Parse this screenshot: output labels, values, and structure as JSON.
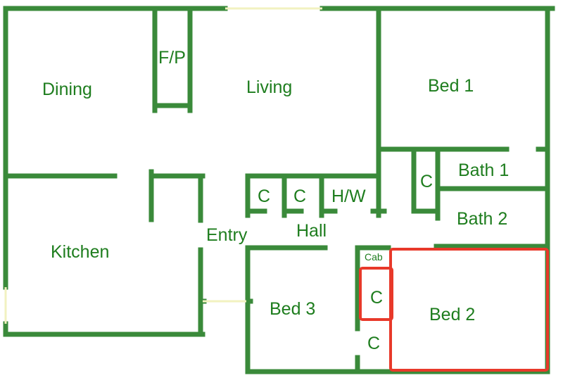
{
  "colors": {
    "wall": "#3a8a3a",
    "wall_edge": "#1f5f1f",
    "highlight": "#e8392a",
    "text": "#1e7d1e",
    "opening": "#f2f2c0"
  },
  "rooms": {
    "dining": "Dining",
    "fireplace": "F/P",
    "living": "Living",
    "bed1": "Bed 1",
    "bath1": "Bath 1",
    "closet_bath": "C",
    "kitchen": "Kitchen",
    "closet1": "C",
    "closet2": "C",
    "hot_water": "H/W",
    "bath2": "Bath 2",
    "entry": "Entry",
    "hall": "Hall",
    "cabinet": "Cab",
    "bed3": "Bed 3",
    "closet_bed2": "C",
    "closet_bed3": "C",
    "bed2": "Bed 2"
  },
  "highlighted": [
    "Bed 2",
    "C"
  ]
}
